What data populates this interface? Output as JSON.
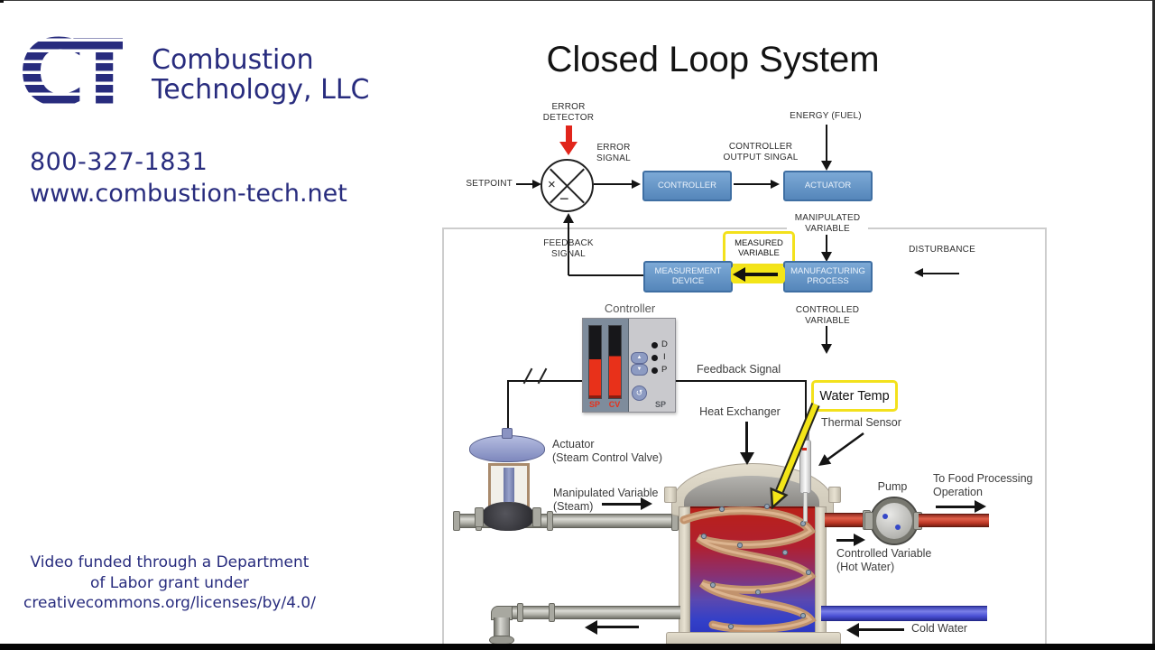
{
  "brand": {
    "logo_text": "CT",
    "company": "Combustion\nTechnology, LLC",
    "phone": "800-327-1831",
    "website": "www.combustion-tech.net",
    "funding_note": "Video funded through a Department\nof Labor grant under\ncreativecommons.org/licenses/by/4.0/"
  },
  "diagram": {
    "title": "Closed Loop System",
    "error_detector": "ERROR\nDETECTOR",
    "setpoint": "SETPOINT",
    "error_signal": "ERROR\nSIGNAL",
    "controller": "CONTROLLER",
    "controller_output": "CONTROLLER\nOUTPUT SINGAL",
    "energy_fuel": "ENERGY (FUEL)",
    "actuator": "ACTUATOR",
    "manipulated_variable": "MANIPULATED\nVARIABLE",
    "measured_variable": "MEASURED\nVARIABLE",
    "measurement_device": "MEASUREMENT\nDEVICE",
    "manufacturing_process": "MANUFACTURING\nPROCESS",
    "disturbance": "DISTURBANCE",
    "feedback_signal": "FEEDBACK\nSIGNAL",
    "controlled_variable": "CONTROLLED\nVARIABLE",
    "sum_x": "×",
    "sum_minus": "−"
  },
  "illustration": {
    "controller_label": "Controller",
    "panel": {
      "bar_left_label": "SP",
      "bar_right_label": "CV",
      "dot_d": "D",
      "dot_i": "I",
      "dot_p": "P",
      "corner_label": "SP"
    },
    "feedback_signal": "Feedback Signal",
    "actuator_label": "Actuator\n(Steam Control Valve)",
    "manipulated_steam": "Manipulated Variable\n(Steam)",
    "heat_exchanger": "Heat Exchanger",
    "water_temp": "Water Temp",
    "thermal_sensor": "Thermal Sensor",
    "pump": "Pump",
    "to_food_processing": "To Food Processing\nOperation",
    "controlled_hot_water": "Controlled Variable\n(Hot Water)",
    "cold_water": "Cold Water"
  },
  "colors": {
    "brand_navy": "#282c7e",
    "box_blue": "#6598c8",
    "box_blue_border": "#3f6fa3",
    "highlight_yellow": "#f3e518",
    "alert_red": "#e1251b",
    "hot_pipe_red": "#c03a28",
    "cold_pipe_blue": "#4a50d4"
  }
}
